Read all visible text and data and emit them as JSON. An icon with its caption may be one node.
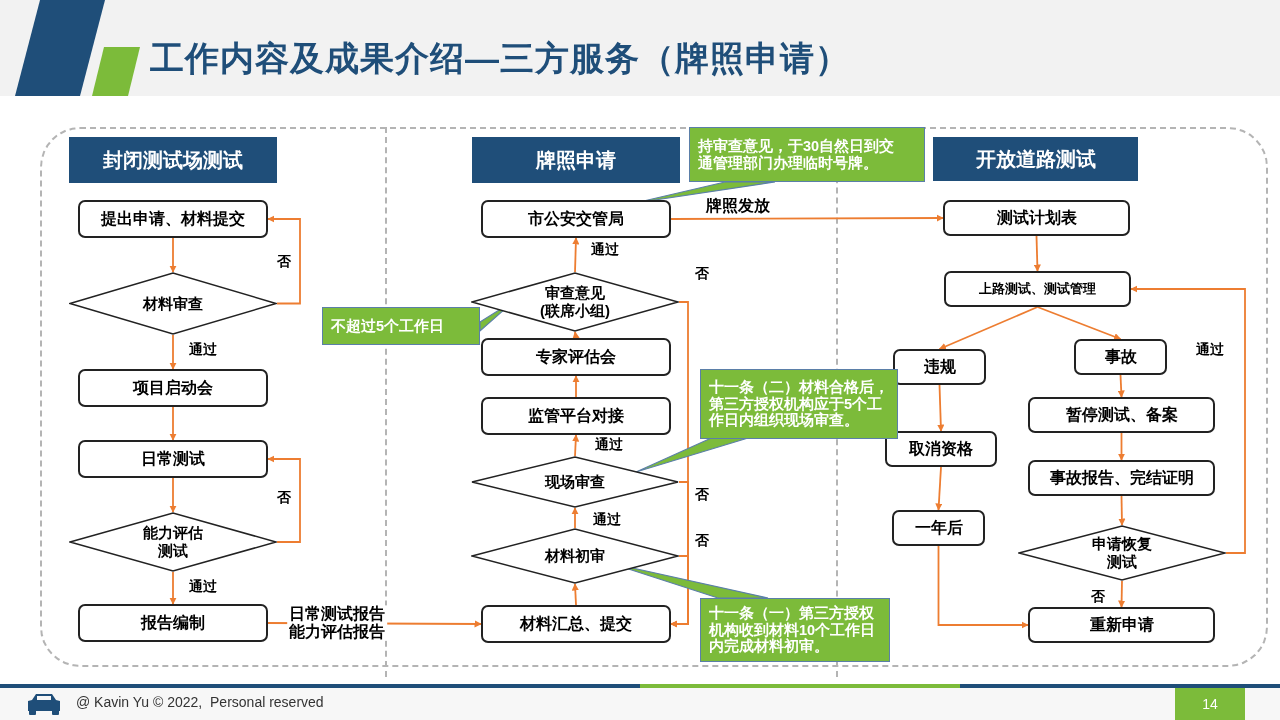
{
  "diagram": {
    "title": "工作内容及成果介绍—三方服务（牌照申请）",
    "nodes": [
      {
        "text": [
          "封闭测试场测试"
        ]
      },
      {
        "text": [
          "提出申请、材料提交"
        ]
      },
      {
        "text": [
          "材料审查"
        ]
      },
      {
        "text": [
          "项目启动会"
        ]
      },
      {
        "text": [
          "日常测试"
        ]
      },
      {
        "text": [
          "能力评估测试"
        ]
      },
      {
        "text": [
          "报告编制"
        ]
      },
      {
        "text": [
          "牌照申请"
        ]
      },
      {
        "text": [
          "市公安交管局"
        ]
      },
      {
        "text": [
          "审查意见(联席小组)"
        ]
      },
      {
        "text": [
          "专家评估会"
        ]
      },
      {
        "text": [
          "监管平台对接"
        ]
      },
      {
        "text": [
          "现场审查"
        ]
      },
      {
        "text": [
          "材料初审"
        ]
      },
      {
        "text": [
          "材料汇总、提交"
        ]
      },
      {
        "text": [
          "开放道路测试"
        ]
      },
      {
        "text": [
          "测试计划表"
        ]
      },
      {
        "text": [
          "上路测试、测试管理"
        ]
      },
      {
        "text": [
          "违规"
        ]
      },
      {
        "text": [
          "事故"
        ]
      },
      {
        "text": [
          "取消资格"
        ]
      },
      {
        "text": [
          "暂停测试、备案"
        ]
      },
      {
        "text": [
          "一年后"
        ]
      },
      {
        "text": [
          "事故报告、完结证明"
        ]
      },
      {
        "text": [
          "申请恢复测试"
        ]
      },
      {
        "text": [
          "重新申请"
        ]
      },
      {
        "text": [
          "持审查意见，于30自然日到交通管理部门办理临时号牌。"
        ]
      },
      {
        "text": [
          "不超过5个工作日"
        ]
      },
      {
        "text": [
          "十一条（二）材料合格后，第三方授权机构应于5个工作日内组织现场审查。"
        ]
      },
      {
        "text": [
          "十一条（一）第三方授权机构收到材料10个工作日内完成材料初审。"
        ]
      }
    ],
    "edges": [
      {
        "from": 1,
        "to": 2,
        "arrow": "to"
      },
      {
        "from": 2,
        "to": 1,
        "arrow": "to",
        "label": "否"
      },
      {
        "from": 2,
        "to": 3,
        "arrow": "to",
        "label": "通过"
      },
      {
        "from": 3,
        "to": 4,
        "arrow": "to"
      },
      {
        "from": 4,
        "to": 5,
        "arrow": "to"
      },
      {
        "from": 5,
        "to": 4,
        "arrow": "to",
        "label": "否"
      },
      {
        "from": 5,
        "to": 6,
        "arrow": "to",
        "label": "通过"
      },
      {
        "from": 6,
        "to": 14,
        "arrow": "to",
        "label": "日常测试报告能力评估报告"
      },
      {
        "from": 14,
        "to": 13,
        "arrow": "to"
      },
      {
        "from": 13,
        "to": 12,
        "arrow": "to",
        "label": "通过"
      },
      {
        "from": 12,
        "to": 11,
        "arrow": "to",
        "label": "通过"
      },
      {
        "from": 11,
        "to": 10,
        "arrow": "to"
      },
      {
        "from": 10,
        "to": 9,
        "arrow": "to"
      },
      {
        "from": 9,
        "to": 8,
        "arrow": "to",
        "label": "通过"
      },
      {
        "from": 9,
        "to": 14,
        "arrow": "to",
        "label": "否"
      },
      {
        "from": 12,
        "to": 14,
        "arrow": "to",
        "label": "否"
      },
      {
        "from": 13,
        "to": 14,
        "arrow": "to",
        "label": "否"
      },
      {
        "from": 8,
        "to": 16,
        "arrow": "to",
        "label": "牌照发放"
      },
      {
        "from": 16,
        "to": 17,
        "arrow": "to"
      },
      {
        "from": 17,
        "to": 18,
        "arrow": "to"
      },
      {
        "from": 17,
        "to": 19,
        "arrow": "to"
      },
      {
        "from": 18,
        "to": 20,
        "arrow": "to"
      },
      {
        "from": 20,
        "to": 22,
        "arrow": "to"
      },
      {
        "from": 22,
        "to": 25,
        "arrow": "to"
      },
      {
        "from": 19,
        "to": 21,
        "arrow": "to"
      },
      {
        "from": 21,
        "to": 23,
        "arrow": "to"
      },
      {
        "from": 23,
        "to": 24,
        "arrow": "to"
      },
      {
        "from": 24,
        "to": 17,
        "arrow": "to",
        "label": "通过"
      },
      {
        "from": 24,
        "to": 25,
        "arrow": "to",
        "label": "否"
      },
      {
        "from": 26,
        "to": 8,
        "arrow": "none"
      },
      {
        "from": 27,
        "to": 9,
        "arrow": "none"
      },
      {
        "from": 28,
        "to": 12,
        "arrow": "none"
      },
      {
        "from": 29,
        "to": 13,
        "arrow": "none"
      }
    ],
    "labels": [
      "@ Kavin Yu © 2022,  Personal reserved",
      "14"
    ]
  }
}
